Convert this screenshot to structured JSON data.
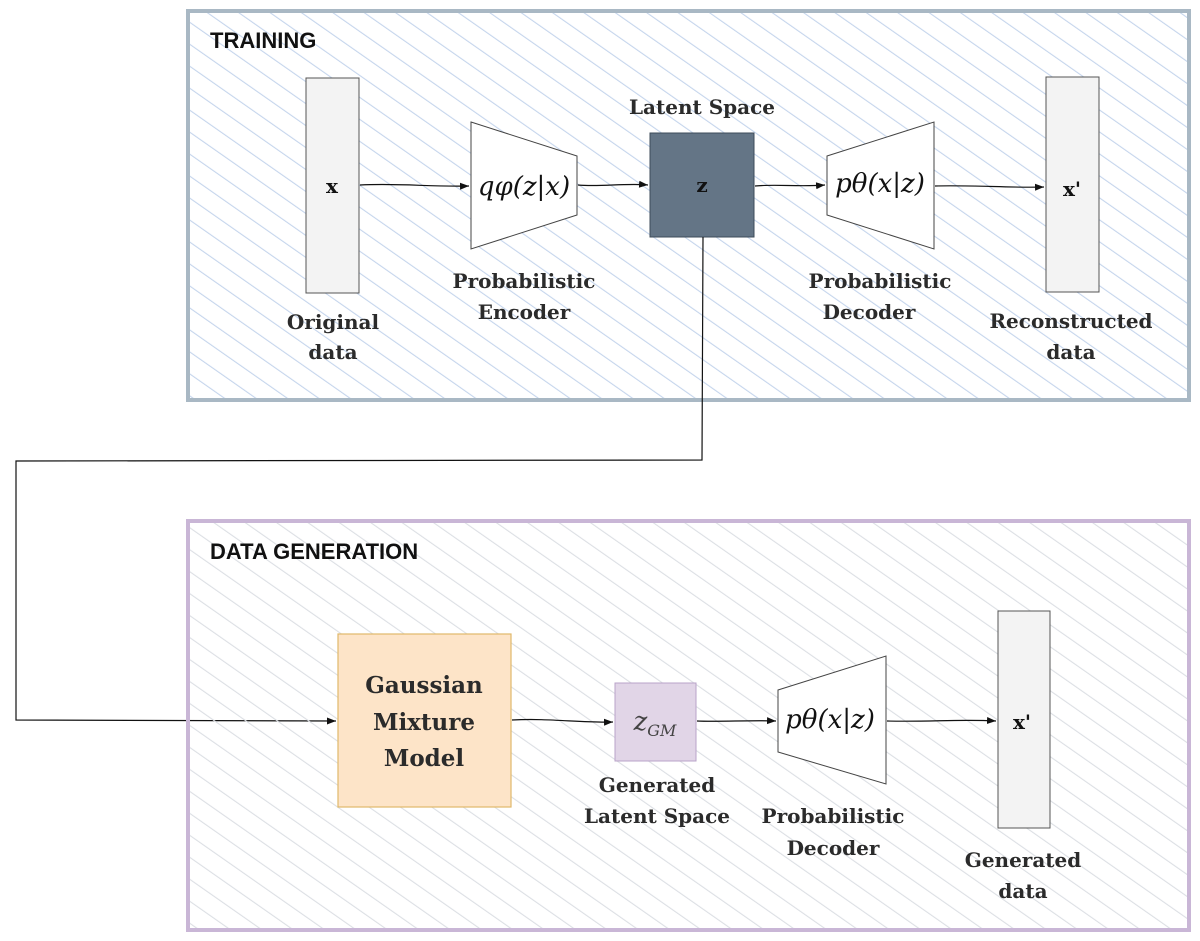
{
  "colors": {
    "training_border": "#a9b8c4",
    "training_hatch": "#c5d5ec",
    "generation_border": "#c9b6d6",
    "generation_hatch": "#d9dde3",
    "data_bar_fill": "#f3f3f3",
    "latent_fill": "#647586",
    "gmm_fill": "#fde4c8",
    "gmm_border": "#e0b86a",
    "zgm_fill": "#e1d5e7",
    "zgm_border": "#b9a3c8"
  },
  "training": {
    "title": "TRAINING",
    "input_symbol": "x",
    "input_label": [
      "Original",
      "data"
    ],
    "encoder_formula": "qφ(z|x)",
    "encoder_label": [
      "Probabilistic",
      "Encoder"
    ],
    "latent_title": "Latent Space",
    "latent_symbol": "z",
    "decoder_formula": "pθ(x|z)",
    "decoder_label": [
      "Probabilistic",
      "Decoder"
    ],
    "output_symbol": "x'",
    "output_label": [
      "Reconstructed",
      "data"
    ]
  },
  "generation": {
    "title": "DATA GENERATION",
    "gmm_label": [
      "Gaussian",
      "Mixture",
      "Model"
    ],
    "generated_latent_symbol": "zGM",
    "generated_latent_label": [
      "Generated",
      "Latent Space"
    ],
    "decoder_formula": "pθ(x|z)",
    "decoder_label": [
      "Probabilistic",
      "Decoder"
    ],
    "output_symbol": "x'",
    "output_label": [
      "Generated",
      "data"
    ]
  }
}
